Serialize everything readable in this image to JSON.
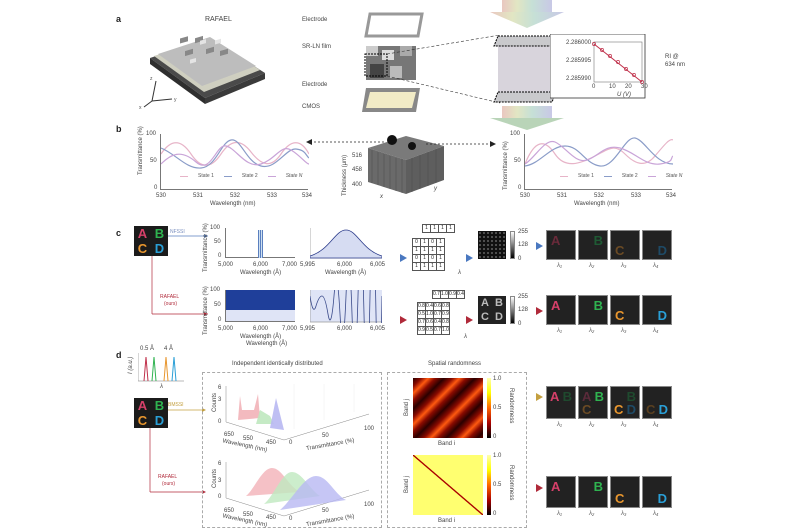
{
  "panels": {
    "a": {
      "label": "a",
      "device_title": "RAFAEL",
      "axes": {
        "x": "x",
        "y": "y",
        "z": "z"
      },
      "layers": [
        "Electrode",
        "SR-LN film",
        "Electrode",
        "CMOS"
      ],
      "inset": {
        "y_ticks": [
          "2.286000",
          "2.285995",
          "2.285990"
        ],
        "x_ticks": [
          "0",
          "10",
          "20",
          "30"
        ],
        "xlabel": "U (V)",
        "side_label_1": "RI @",
        "side_label_2": "634 nm"
      }
    },
    "b": {
      "label": "b",
      "left_chart": {
        "ylabel": "Transmittance (%)",
        "xlabel": "Wavelength (nm)",
        "y_ticks": [
          "100",
          "50",
          "0"
        ],
        "x_ticks": [
          "530",
          "531",
          "532",
          "533",
          "534"
        ],
        "legend": [
          "State 1",
          "State 2",
          "State N"
        ]
      },
      "thickness": {
        "ylabel": "Thickness (μm)",
        "y_ticks": [
          "516",
          "458",
          "400"
        ],
        "x_axis": "x",
        "y_axis": "y"
      },
      "right_chart": {
        "ylabel": "Transmittance (%)",
        "xlabel": "Wavelength (nm)",
        "y_ticks": [
          "100",
          "50",
          "0"
        ],
        "x_ticks": [
          "530",
          "531",
          "532",
          "533",
          "534"
        ],
        "legend": [
          "State 1",
          "State 2",
          "State N"
        ]
      }
    },
    "c": {
      "label": "c",
      "letters": [
        "A",
        "B",
        "C",
        "D"
      ],
      "nfssi_label": "NFSSI",
      "rafael_label_1": "RAFAEL",
      "rafael_label_2": "(ours)",
      "ylabel": "Transmittance (%)",
      "wide_x_ticks": [
        "5,000",
        "6,000",
        "7,000"
      ],
      "narrow_x_ticks": [
        "5,995",
        "6,000",
        "6,005"
      ],
      "xlabel": "Wavelength (Å)",
      "y_ticks": [
        "100",
        "50",
        "0"
      ],
      "binary_matrix": [
        [
          "0",
          "1",
          "0",
          "1"
        ],
        [
          "1",
          "1",
          "1",
          "1"
        ],
        [
          "0",
          "1",
          "0",
          "1"
        ],
        [
          "1",
          "1",
          "1",
          "1"
        ]
      ],
      "binary_back_row": [
        "1",
        "1",
        "1",
        "1"
      ],
      "float_matrix": [
        [
          "0.8",
          "0.4",
          "0.6",
          "0.8"
        ],
        [
          "0.5",
          "1.0",
          "0.7",
          "0.9"
        ],
        [
          "0.7",
          "0.6",
          "0.4",
          "0.8"
        ],
        [
          "0.9",
          "0.5",
          "0.7",
          "1.0"
        ]
      ],
      "float_back_row": [
        "0.7",
        "1.0",
        "0.9",
        "0.4"
      ],
      "lambda_symbol": "λ",
      "colorbar_ticks": [
        "255",
        "128",
        "0"
      ],
      "recon_letters": [
        "A",
        "B",
        "C",
        "D"
      ],
      "band_labels": [
        "λ₁",
        "λ₂",
        "λ₃",
        "λ₄"
      ]
    },
    "d": {
      "label": "d",
      "spacing_1": "0.5 Å",
      "spacing_2": "4 Å",
      "ylabel_small": "I (a.u.)",
      "xlabel_small": "λ",
      "bmssi_label": "BMSSI",
      "rafael_label_1": "RAFAEL",
      "rafael_label_2": "(ours)",
      "iid_title": "Independent identically distributed",
      "spatial_title": "Spatial randomness",
      "counts_label": "Counts",
      "counts_ticks": [
        "6",
        "3",
        "0"
      ],
      "wavelength_ticks": [
        "650",
        "550",
        "450"
      ],
      "wavelength_label": "Wavelength (nm)",
      "trans_ticks": [
        "0",
        "50",
        "100"
      ],
      "trans_label": "Transmittance (%)",
      "heat_xlabel": "Band i",
      "heat_ylabel": "Band j",
      "heat_cbar_label": "Randomness",
      "heat_cbar_ticks": [
        "1.0",
        "0.5",
        "0"
      ],
      "band_labels": [
        "λ₁",
        "λ₂",
        "λ₃",
        "λ₄"
      ]
    }
  },
  "colors": {
    "A": "#d6406a",
    "B": "#2fb350",
    "C": "#e8962e",
    "D": "#2a9fd6",
    "state1": "#e7b4c8",
    "state2": "#8a9cc8",
    "stateN": "#c9a4d8",
    "nfssi": "#5a7fbf",
    "rafael": "#b02a3a",
    "bmssi": "#c4a040"
  }
}
